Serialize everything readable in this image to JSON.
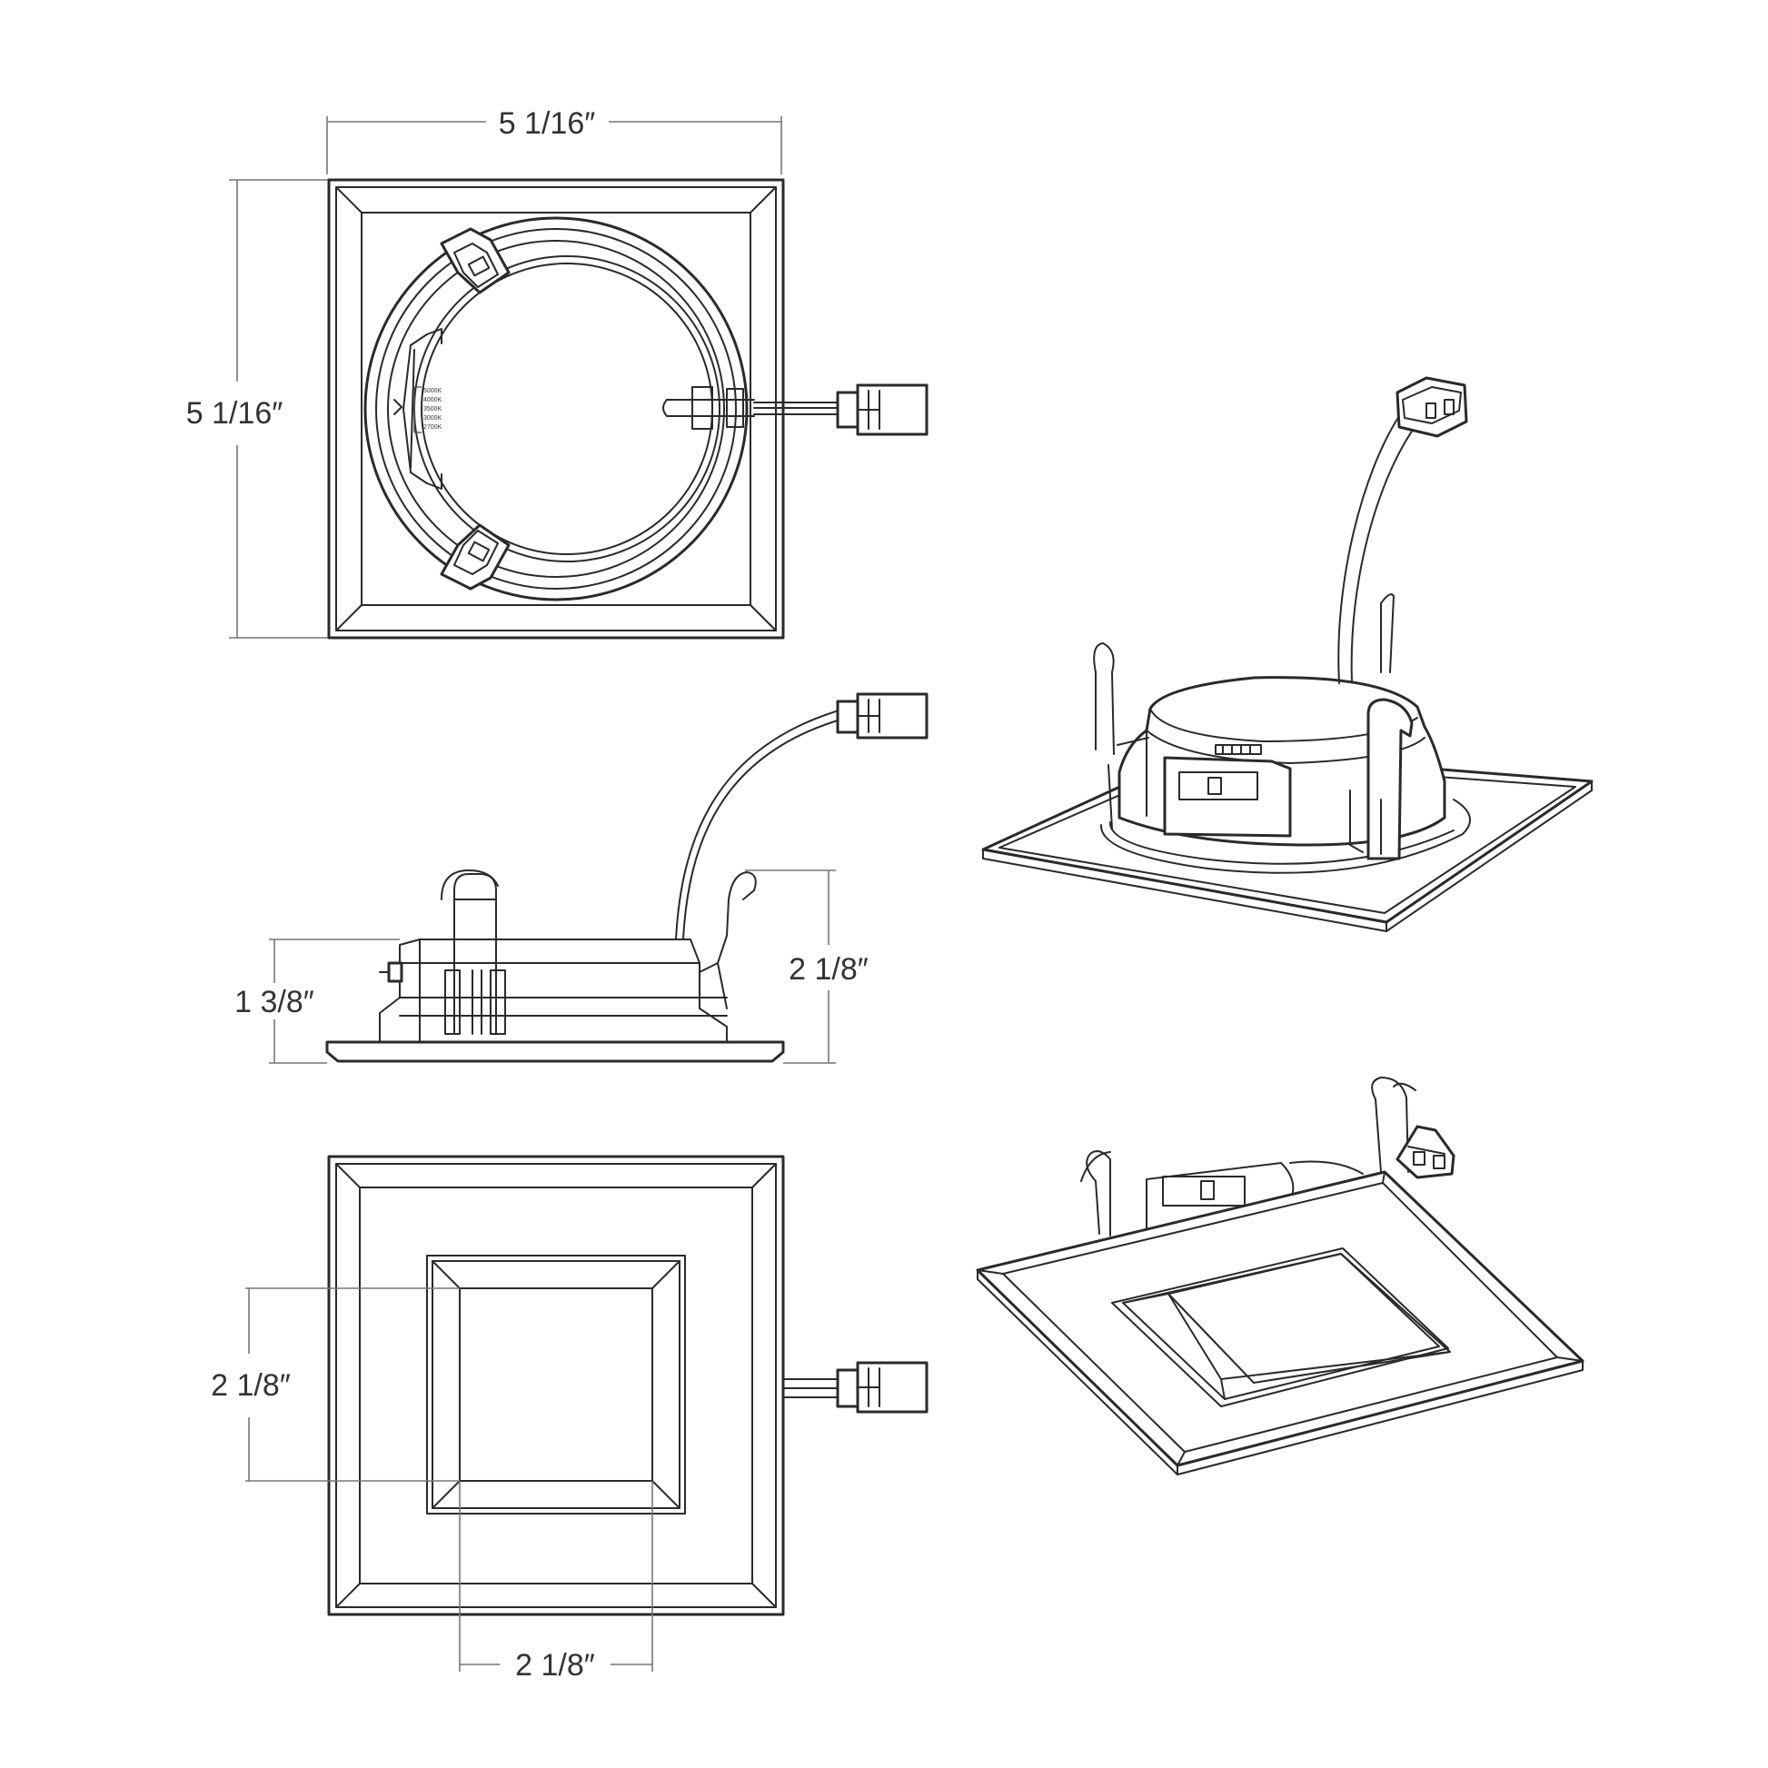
{
  "dimensions": {
    "top_width": "5 1/16″",
    "top_height": "5 1/16″",
    "side_depth_body": "1 3/8″",
    "side_depth_overall": "2 1/8″",
    "front_aperture_height": "2 1/8″",
    "front_aperture_width": "2 1/8″"
  },
  "cct_switch": {
    "labels": [
      "5000K",
      "4000K",
      "3500K",
      "3000K",
      "2700K"
    ]
  },
  "colors": {
    "line": "#2a2a2a",
    "dimension": "#777777",
    "background": "#ffffff"
  }
}
